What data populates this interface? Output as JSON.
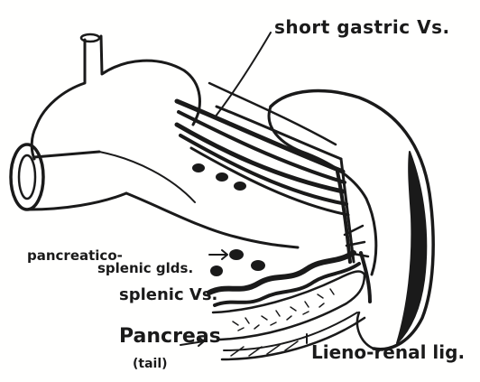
{
  "labels": {
    "short_gastric": "short gastric Vs.",
    "pancreatico": "pancreatico-",
    "splenic_glds": "splenic glds.",
    "splenic_vs": "splenic Vs.",
    "pancreas": "Pancreas",
    "tail": "(tail)",
    "lieno_renal": "Lieno-renal lig."
  },
  "colors": {
    "ink": "#1a1a1a",
    "paper": "#fffffe"
  }
}
